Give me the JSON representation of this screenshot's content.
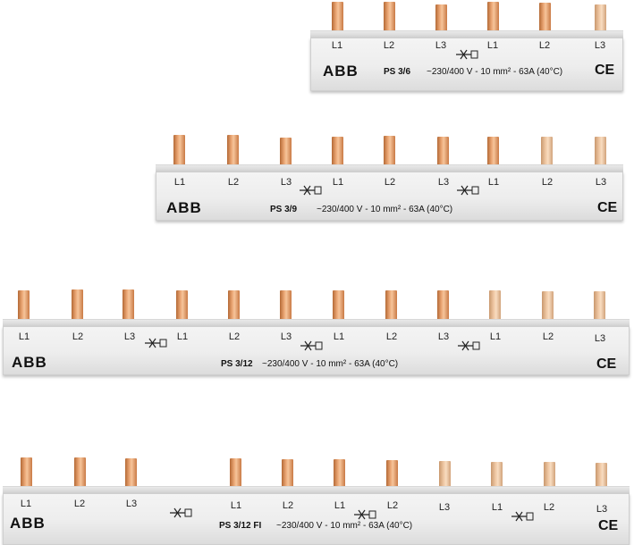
{
  "bars": [
    {
      "model": "PS 3/6",
      "logo": "ABB",
      "spec": "~230/400 V - 10 mm² - 63A (40°C)",
      "ce": "CE",
      "phases": [
        "L1",
        "L2",
        "L3",
        "L1",
        "L2",
        "L3"
      ]
    },
    {
      "model": "PS 3/9",
      "logo": "ABB",
      "spec": "~230/400 V - 10 mm² - 63A (40°C)",
      "ce": "CE",
      "phases": [
        "L1",
        "L2",
        "L3",
        "L1",
        "L2",
        "L3",
        "L1",
        "L2",
        "L3"
      ]
    },
    {
      "model": "PS 3/12",
      "logo": "ABB",
      "spec": "~230/400 V - 10 mm² - 63A (40°C)",
      "ce": "CE",
      "phases": [
        "L1",
        "L2",
        "L3",
        "L1",
        "L2",
        "L3",
        "L1",
        "L2",
        "L3",
        "L1",
        "L2",
        "L3"
      ]
    },
    {
      "model": "PS 3/12 FI",
      "logo": "ABB",
      "spec": "~230/400 V - 10 mm² - 63A (40°C)",
      "ce": "CE",
      "phases": [
        "L1",
        "L2",
        "L3",
        "L1",
        "L2",
        "L1",
        "L2",
        "L3",
        "L1",
        "L2",
        "L3"
      ]
    }
  ],
  "colors": {
    "copper": "#e19a63",
    "housing": "#ececec",
    "text": "#111111"
  }
}
